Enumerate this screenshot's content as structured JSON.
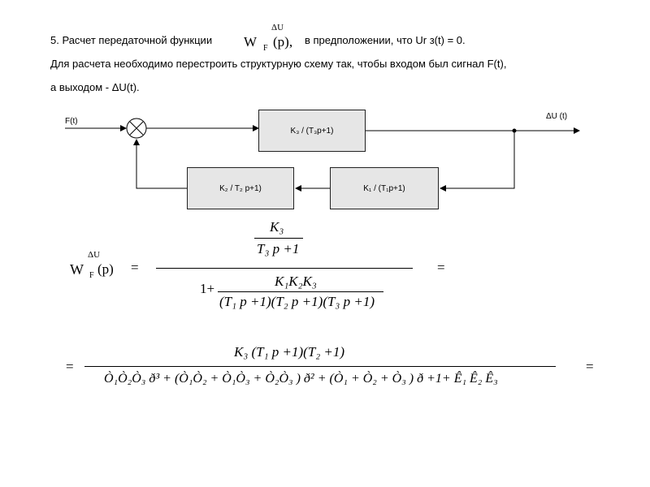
{
  "text": {
    "line1_pre": "5. Расчет передаточной функции",
    "line1_post": "в предположении, что Ur з(t) = 0.",
    "line2": "Для расчета необходимо перестроить структурную схему так, чтобы входом был сигнал F(t),",
    "line3": "а выходом  - ΔU(t)."
  },
  "tf_symbol": {
    "letter": "W",
    "superscript": "ΔU",
    "subscript": "F",
    "argument": "(p),"
  },
  "diagram": {
    "input_label": "F(t)",
    "output_label": "ΔU (t)",
    "block_top": "K₃ / (T₃p+1)",
    "block_left": "K₂ / T₂ p+1)",
    "block_right": "K₁ / (T₁p+1)"
  },
  "formula1": {
    "lhs_letter": "W",
    "lhs_superscript": "ΔU",
    "lhs_subscript": "F",
    "lhs_argument": "(p)",
    "eq": "=",
    "num_top": "K₃",
    "num_bottom": "T₃ p +1",
    "den_prefix": "1+",
    "den_num": "K₁K₂K₃",
    "den_den": "(T₁ p +1)(T₂ p +1)(T₃ p +1)",
    "trailing_eq": "="
  },
  "formula2": {
    "lead_eq": "=",
    "numerator": "K₃ (T₁ p +1)(T₂  +1)",
    "denominator": "Ò₁Ò₂Ò₃ ð³ + (Ò₁Ò₂ + Ò₁Ò₃ + Ò₂Ò₃ ) ð² + (Ò₁ + Ò₂ + Ò₃ ) ð +1+ Ê₁ Ê₂ Ê₃",
    "trailing_eq": "="
  }
}
